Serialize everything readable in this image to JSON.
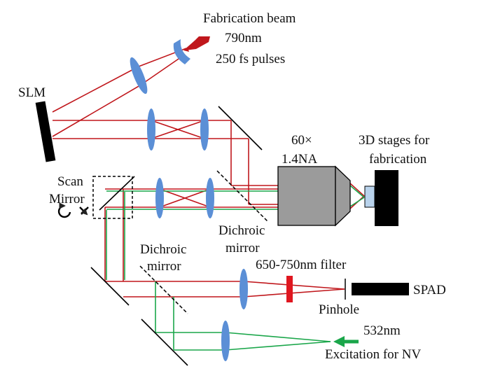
{
  "labels": {
    "fabrication_beam": "Fabrication beam",
    "wavelength_790": "790nm",
    "pulses": "250 fs pulses",
    "slm": "SLM",
    "objective_mag": "60×",
    "objective_na": "1.4NA",
    "stages_line1": "3D stages for",
    "stages_line2": "fabrication",
    "scan": "Scan",
    "mirror": "Mirror",
    "dichroic1_line1": "Dichroic",
    "dichroic1_line2": "mirror",
    "dichroic2_line1": "Dichroic",
    "dichroic2_line2": "mirror",
    "filter": "650-750nm filter",
    "pinhole": "Pinhole",
    "spad": "SPAD",
    "wavelength_532": "532nm",
    "excitation": "Excitation for NV"
  },
  "colors": {
    "fabrication_beam": "#c0171c",
    "excitation_beam": "#1aa64a",
    "lens": "#5b8fd6",
    "objective": "#9b9b9b",
    "stage_block": "#b9d3ec",
    "filter": "#e0161f",
    "black": "#000000"
  },
  "icons": {
    "source_arrow": "red-arrow-icon",
    "excitation_arrow": "green-arrow-icon",
    "scan_mirror": "rotation-arrows-icon"
  }
}
